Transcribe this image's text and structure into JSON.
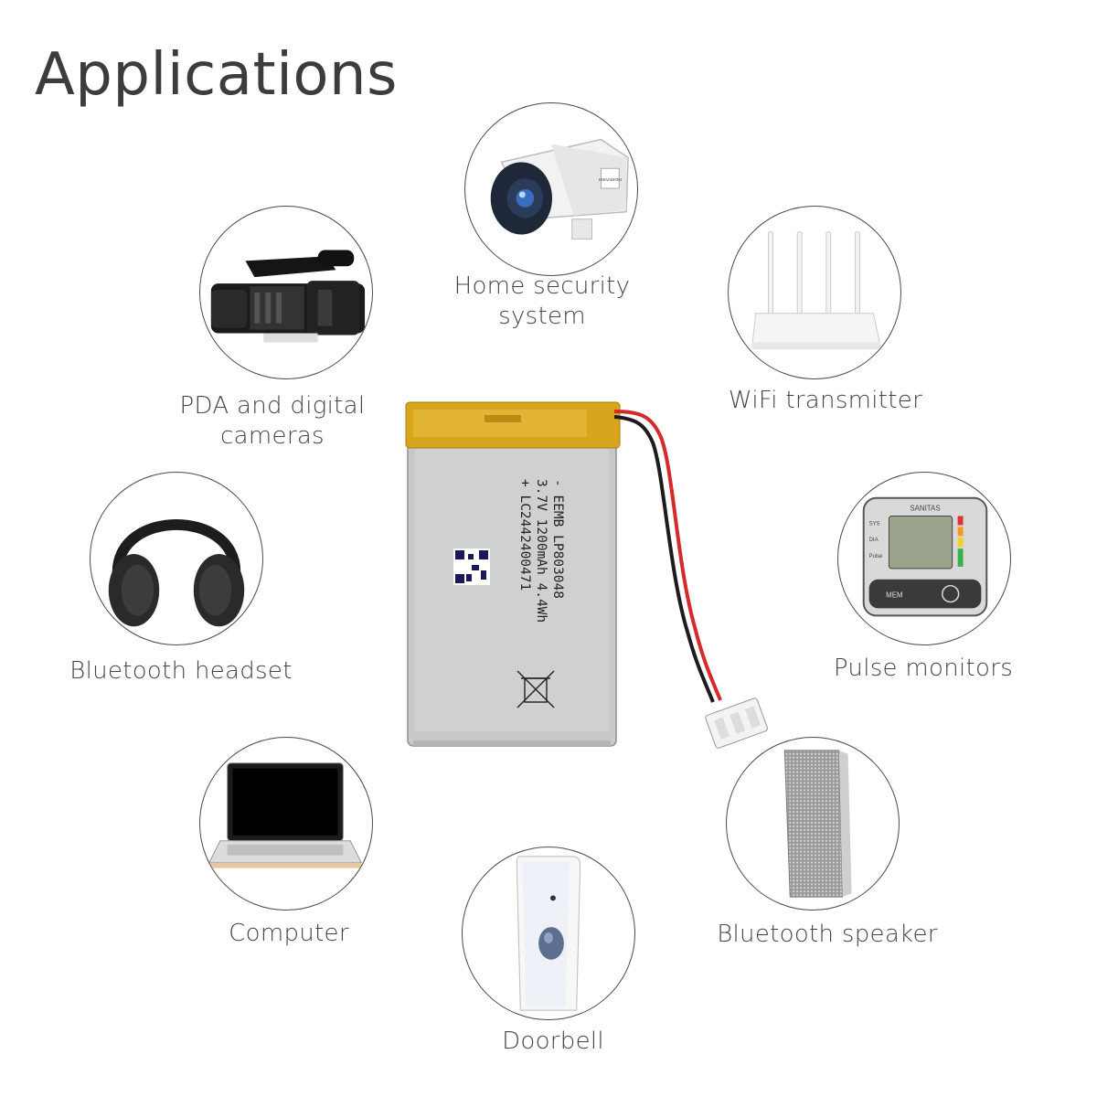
{
  "page": {
    "title": "Applications"
  },
  "battery": {
    "brand_line": "- EEMB LP803048",
    "spec_line": "3.7V 1200mAh 4.4Wh",
    "code_line": "+ LC2442400471"
  },
  "applications": [
    {
      "id": "home-security",
      "label_line1": "Home security",
      "label_line2": "system",
      "icon": "security-camera-icon"
    },
    {
      "id": "pda-cameras",
      "label_line1": "PDA and digital",
      "label_line2": "cameras",
      "icon": "camcorder-icon"
    },
    {
      "id": "wifi",
      "label_line1": "WiFi transmitter",
      "label_line2": "",
      "icon": "wifi-router-icon"
    },
    {
      "id": "headset",
      "label_line1": "Bluetooth headset",
      "label_line2": "",
      "icon": "headphones-icon"
    },
    {
      "id": "pulse",
      "label_line1": "Pulse monitors",
      "label_line2": "",
      "icon": "blood-pressure-monitor-icon"
    },
    {
      "id": "computer",
      "label_line1": "Computer",
      "label_line2": "",
      "icon": "laptop-icon"
    },
    {
      "id": "speaker",
      "label_line1": "Bluetooth speaker",
      "label_line2": "",
      "icon": "speaker-icon"
    },
    {
      "id": "doorbell",
      "label_line1": "Doorbell",
      "label_line2": "",
      "icon": "doorbell-icon"
    }
  ],
  "device_text": {
    "monitor_brand": "SANITAS",
    "monitor_sys": "SYS",
    "monitor_dia": "DIA",
    "monitor_pulse": "Pulse",
    "monitor_mem": "MEM",
    "camera_plate": "HIKVISION"
  },
  "colors": {
    "title": "#3c3c3c",
    "label": "#454545",
    "circle_border": "#4a4a4a",
    "battery_tape": "#d8a51c",
    "battery_body": "#c9cacc",
    "wire_red": "#d42a2a",
    "wire_black": "#1c1c1c"
  }
}
